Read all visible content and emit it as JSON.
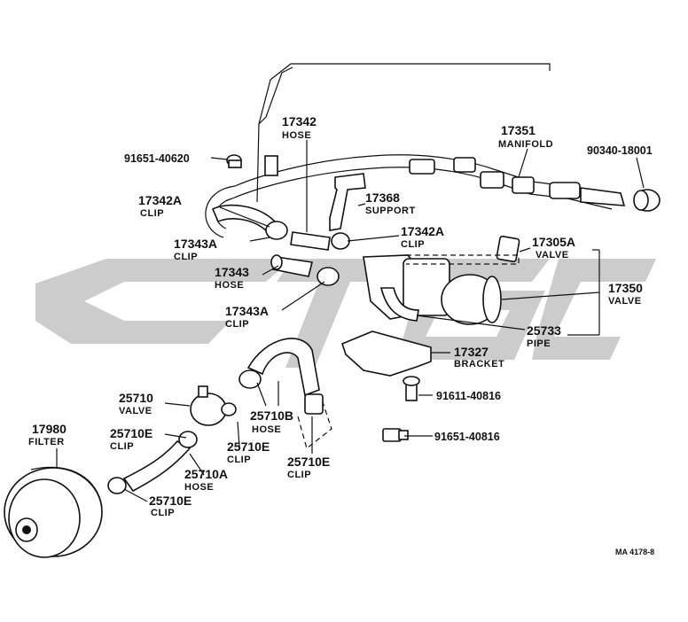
{
  "watermark": {
    "color": "#b8b8b8"
  },
  "callouts": [
    {
      "id": "17342",
      "num": "17342",
      "name": "HOSE"
    },
    {
      "id": "91651_40620",
      "num": "91651-40620",
      "name": ""
    },
    {
      "id": "17351",
      "num": "17351",
      "name": "MANIFOLD"
    },
    {
      "id": "90340_18001",
      "num": "90340-18001",
      "name": ""
    },
    {
      "id": "17342A_1",
      "num": "17342A",
      "name": "CLIP"
    },
    {
      "id": "17368",
      "num": "17368",
      "name": "SUPPORT"
    },
    {
      "id": "17342A_2",
      "num": "17342A",
      "name": "CLIP"
    },
    {
      "id": "17343A_1",
      "num": "17343A",
      "name": "CLIP"
    },
    {
      "id": "17305A",
      "num": "17305A",
      "name": "VALVE"
    },
    {
      "id": "17343",
      "num": "17343",
      "name": "HOSE"
    },
    {
      "id": "17350",
      "num": "17350",
      "name": "VALVE"
    },
    {
      "id": "17343A_2",
      "num": "17343A",
      "name": "CLIP"
    },
    {
      "id": "25733",
      "num": "25733",
      "name": "PIPE"
    },
    {
      "id": "17327",
      "num": "17327",
      "name": "BRACKET"
    },
    {
      "id": "91611_40816",
      "num": "91611-40816",
      "name": ""
    },
    {
      "id": "25710",
      "num": "25710",
      "name": "VALVE"
    },
    {
      "id": "25710B",
      "num": "25710B",
      "name": "HOSE"
    },
    {
      "id": "17980",
      "num": "17980",
      "name": "FILTER"
    },
    {
      "id": "25710E_1",
      "num": "25710E",
      "name": "CLIP"
    },
    {
      "id": "91651_40816",
      "num": "91651-40816",
      "name": ""
    },
    {
      "id": "25710E_2",
      "num": "25710E",
      "name": "CLIP"
    },
    {
      "id": "25710E_3",
      "num": "25710E",
      "name": "CLIP"
    },
    {
      "id": "25710A",
      "num": "25710A",
      "name": "HOSE"
    },
    {
      "id": "25710E_4",
      "num": "25710E",
      "name": "CLIP"
    }
  ],
  "footer": {
    "ref": "MA 4178-8"
  }
}
